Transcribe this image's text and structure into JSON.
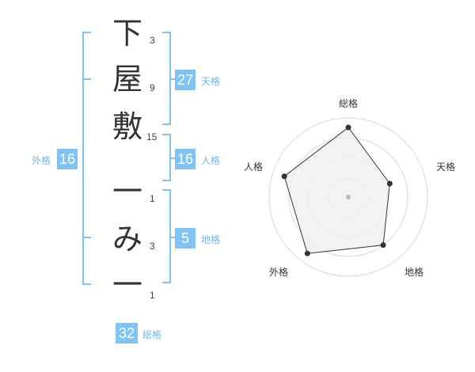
{
  "name_chars": [
    {
      "char": "下",
      "strokes": "3"
    },
    {
      "char": "屋",
      "strokes": "9"
    },
    {
      "char": "敷",
      "strokes": "15"
    },
    {
      "char": "一",
      "strokes": "1"
    },
    {
      "char": "み",
      "strokes": "3"
    },
    {
      "char": "一",
      "strokes": "1"
    }
  ],
  "kaku": {
    "tenkaku": {
      "value": "27",
      "label": "天格"
    },
    "jinkaku": {
      "value": "16",
      "label": "人格"
    },
    "chikaku": {
      "value": "5",
      "label": "地格"
    },
    "gaikaku": {
      "value": "16",
      "label": "外格"
    },
    "soukaku": {
      "value": "32",
      "label": "総格"
    }
  },
  "radar": {
    "axes": [
      "総格",
      "天格",
      "地格",
      "外格",
      "人格"
    ],
    "values": [
      0.88,
      0.55,
      0.75,
      0.88,
      0.85
    ],
    "rings": 4
  },
  "colors": {
    "accent": "#7fc4f5",
    "label": "#6ab8ee",
    "radar_fill": "#f0f0f0",
    "radar_line": "#333333"
  }
}
